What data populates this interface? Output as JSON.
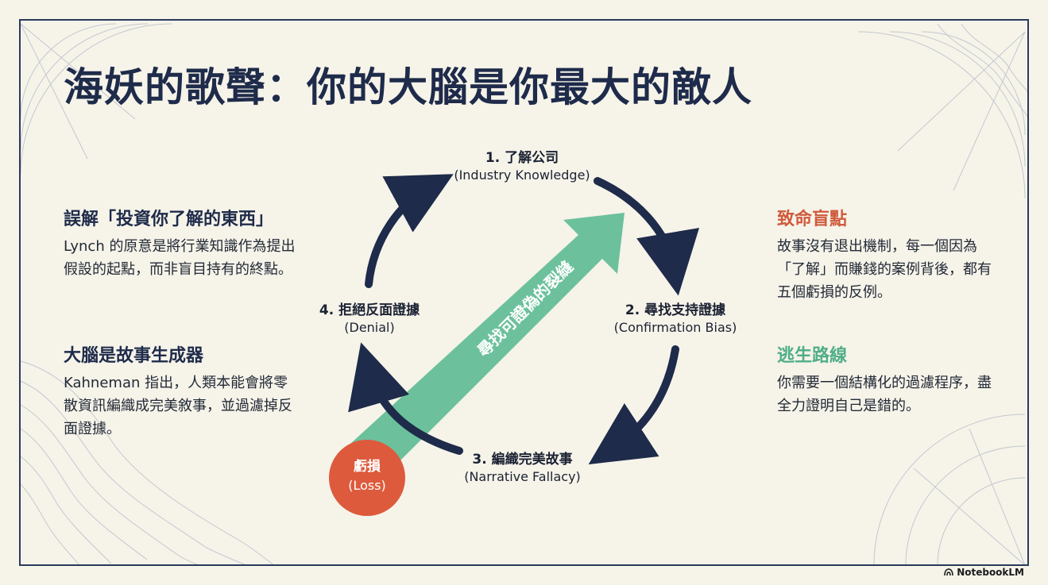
{
  "title": "海妖的歌聲：你的大腦是你最大的敵人",
  "left": [
    {
      "heading": "誤解「投資你了解的東西」",
      "body": "Lynch 的原意是將行業知識作為提出假設的起點，而非盲目持有的終點。"
    },
    {
      "heading": "大腦是故事生成器",
      "body": "Kahneman 指出，人類本能會將零散資訊編織成完美敘事，並過濾掉反面證據。"
    }
  ],
  "right": [
    {
      "heading": "致命盲點",
      "body": "故事沒有退出機制，每一個因為「了解」而賺錢的案例背後，都有五個虧損的反例。",
      "color": "#cf5b3c"
    },
    {
      "heading": "逃生路線",
      "body": "你需要一個結構化的過濾程序，盡全力證明自己是錯的。",
      "color": "#4fae88"
    }
  ],
  "cycle": [
    {
      "title": "1. 了解公司",
      "sub": "(Industry Knowledge)"
    },
    {
      "title": "2. 尋找支持證據",
      "sub": "(Confirmation Bias)"
    },
    {
      "title": "3. 編織完美故事",
      "sub": "(Narrative Fallacy)"
    },
    {
      "title": "4. 拒絕反面證據",
      "sub": "(Denial)"
    }
  ],
  "escape_arrow_label": "尋找可證偽的裂縫",
  "loss": {
    "title": "虧損",
    "sub": "(Loss)"
  },
  "brand": "NotebookLM",
  "colors": {
    "navy": "#1e2b4a",
    "green": "#6cc19c",
    "orange": "#dd5a3c",
    "background": "#f6f3e9"
  }
}
